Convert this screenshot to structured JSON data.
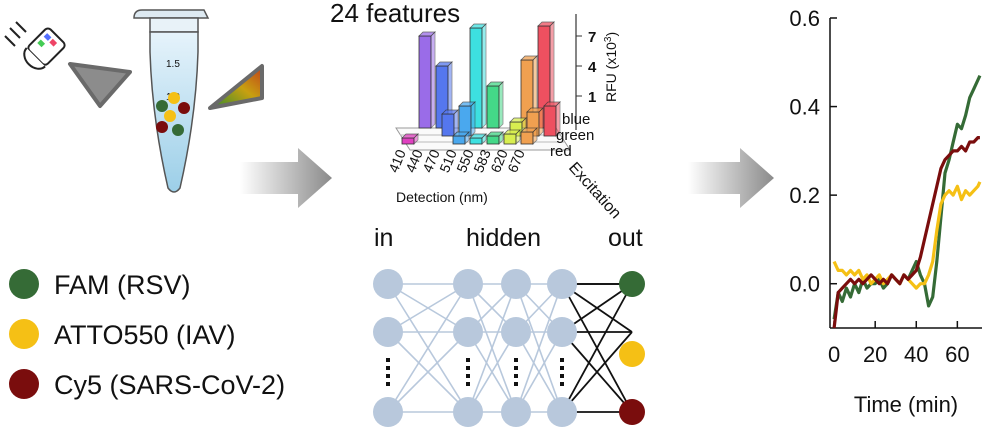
{
  "spectrum": {
    "title": "24 features",
    "detection_ticks": [
      "410",
      "440",
      "470",
      "510",
      "550",
      "583",
      "620",
      "670"
    ],
    "detection_label": "Detection (nm)",
    "excitation_ticks": [
      "blue",
      "green",
      "red"
    ],
    "excitation_label": "Excitation",
    "rfu_ticks": [
      "7",
      "4",
      "1"
    ],
    "rfu_label": "RFU (x10",
    "rfu_exp": "3",
    "rfu_close": ")",
    "bar_colors": [
      "#e040c0",
      "#9a6ce8",
      "#5577ee",
      "#4aa8ee",
      "#3de0e0",
      "#44d888",
      "#d8ee50",
      "#f0a050",
      "#ee5060"
    ]
  },
  "network": {
    "in_label": "in",
    "hidden_label": "hidden",
    "out_label": "out",
    "node_color": "#b8c8dc",
    "output_colors": [
      "#356b36",
      "#f5c015",
      "#7a0d0d"
    ]
  },
  "legend": [
    {
      "label": "FAM (RSV)",
      "color": "#356b36"
    },
    {
      "label": "ATTO550 (IAV)",
      "color": "#f5c015"
    },
    {
      "label": "Cy5 (SARS-CoV-2)",
      "color": "#7a0d0d"
    }
  ],
  "tube": {
    "mark_top": "1.5",
    "mark_low": "1.0"
  },
  "chart_data": {
    "type": "line",
    "xlabel": "Time (min)",
    "x_ticks": [
      "0",
      "20",
      "40",
      "60"
    ],
    "y_ticks": [
      "0.6",
      "0.4",
      "0.2",
      "0.0"
    ],
    "xlim": [
      -2,
      72
    ],
    "ylim": [
      -0.1,
      0.6
    ],
    "series": [
      {
        "color": "#356b36",
        "x": [
          0,
          2,
          4,
          6,
          8,
          10,
          12,
          14,
          16,
          18,
          20,
          22,
          24,
          26,
          28,
          30,
          32,
          34,
          36,
          38,
          40,
          42,
          44,
          46,
          48,
          50,
          52,
          54,
          56,
          58,
          60,
          62,
          64,
          66,
          68,
          70,
          71
        ],
        "y": [
          -0.08,
          -0.02,
          -0.04,
          -0.01,
          -0.03,
          0.0,
          -0.02,
          0.01,
          -0.01,
          0.0,
          0.0,
          0.01,
          -0.01,
          0.0,
          0.02,
          0.01,
          0.0,
          0.02,
          0.01,
          0.03,
          0.05,
          0.02,
          0.0,
          -0.05,
          -0.03,
          0.05,
          0.15,
          0.25,
          0.28,
          0.32,
          0.36,
          0.35,
          0.38,
          0.42,
          0.44,
          0.46,
          0.47
        ]
      },
      {
        "color": "#f5c015",
        "x": [
          0,
          2,
          4,
          6,
          8,
          10,
          12,
          14,
          16,
          18,
          20,
          22,
          24,
          26,
          28,
          30,
          32,
          34,
          36,
          38,
          40,
          42,
          44,
          46,
          48,
          50,
          52,
          54,
          56,
          58,
          60,
          62,
          64,
          66,
          68,
          70,
          71
        ],
        "y": [
          0.05,
          0.03,
          0.03,
          0.02,
          0.03,
          0.02,
          0.03,
          0.01,
          0.02,
          0.0,
          0.01,
          0.02,
          0.0,
          0.01,
          0.02,
          0.01,
          0.0,
          0.02,
          0.01,
          0.0,
          -0.01,
          0.0,
          0.0,
          0.02,
          0.05,
          0.12,
          0.18,
          0.2,
          0.21,
          0.2,
          0.22,
          0.19,
          0.21,
          0.2,
          0.21,
          0.22,
          0.23
        ]
      },
      {
        "color": "#7a0d0d",
        "x": [
          0,
          1,
          2,
          4,
          6,
          8,
          10,
          12,
          14,
          16,
          18,
          20,
          22,
          24,
          26,
          28,
          30,
          32,
          34,
          36,
          38,
          40,
          42,
          44,
          46,
          48,
          50,
          52,
          54,
          56,
          58,
          60,
          62,
          64,
          66,
          68,
          70,
          71
        ],
        "y": [
          -0.1,
          -0.06,
          -0.02,
          -0.01,
          0.0,
          0.01,
          0.0,
          0.01,
          0.0,
          0.01,
          0.02,
          0.01,
          0.0,
          0.01,
          0.0,
          0.02,
          0.01,
          0.0,
          0.02,
          0.01,
          0.02,
          0.03,
          0.06,
          0.1,
          0.14,
          0.18,
          0.22,
          0.26,
          0.28,
          0.29,
          0.3,
          0.3,
          0.31,
          0.3,
          0.32,
          0.32,
          0.33,
          0.33
        ]
      }
    ]
  }
}
